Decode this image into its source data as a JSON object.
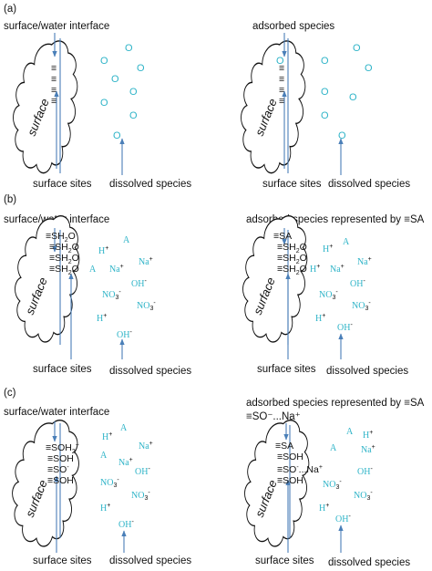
{
  "panel_a": {
    "tag": "(a)",
    "left_top": "surface/water interface",
    "right_top": "adsorbed species",
    "surface_word": "surface",
    "bottom_left": "surface sites",
    "bottom_right": "dissolved species",
    "sites_mark": "≡",
    "o_mark": "O"
  },
  "panel_b": {
    "tag": "(b)",
    "left_top": "surface/water interface",
    "right_top": "adsorbed species represented by ≡SA",
    "surface_word": "surface",
    "bottom_left": "surface sites",
    "bottom_right": "dissolved species",
    "sites_left": [
      "≡SH",
      "≡SH",
      "≡SH",
      "≡SH"
    ],
    "sites_right": [
      "≡SA",
      "≡SH",
      "≡SH",
      "≡SH"
    ],
    "h2o_sub": "2",
    "h2o_o": "O",
    "ions": {
      "h_plus": "H",
      "plus": "+",
      "a": "A",
      "na": "Na",
      "oh": "OH",
      "minus": "-",
      "no3": "NO"
    }
  },
  "panel_c": {
    "tag": "(c)",
    "left_top": "surface/water interface",
    "right_top": "adsorbed species represented by ≡SA",
    "right_top2": "≡SO⁻...Na⁺",
    "surface_word": "surface",
    "bottom_left": "surface sites",
    "bottom_right": "dissolved species",
    "sites_left": [
      "≡SOH",
      "≡SOH",
      "≡SO",
      "≡SOH"
    ],
    "sites_right": [
      "≡SA",
      "≡SOH",
      "≡SO",
      "≡SOH"
    ],
    "sup_plus": "+",
    "sup_minus": "-",
    "na_pair": "...Na"
  },
  "colors": {
    "cyan": "#2fb4c8",
    "arrow": "#4a7fb8"
  },
  "icons": [
    "cloud-surface-icon",
    "arrow-icon"
  ]
}
